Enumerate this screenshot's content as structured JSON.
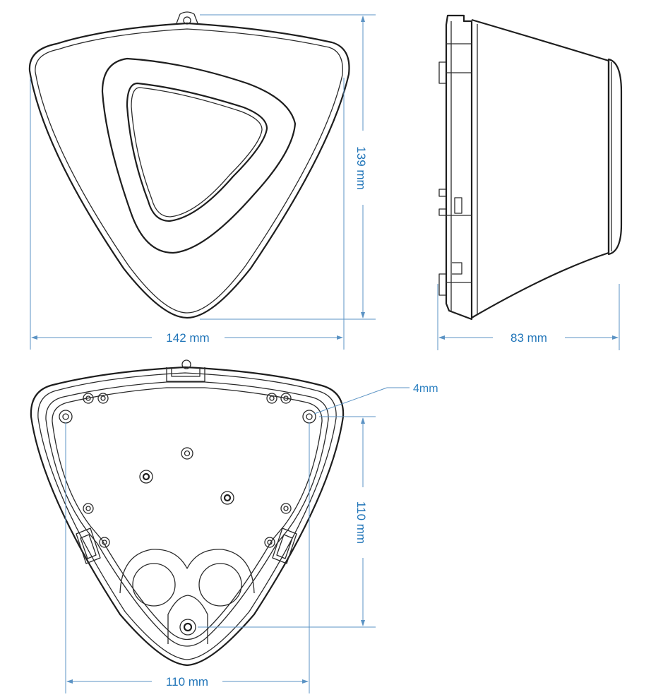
{
  "dimensions": {
    "front_width": "142 mm",
    "front_height": "139 mm",
    "side_depth": "83 mm",
    "back_hole_spacing_h": "110 mm",
    "back_hole_spacing_v": "110 mm",
    "hole_diameter": "4mm"
  },
  "colors": {
    "dimension_line": "#5b93c4",
    "dimension_text": "#1f74b8",
    "outline": "#1e1e1e"
  }
}
